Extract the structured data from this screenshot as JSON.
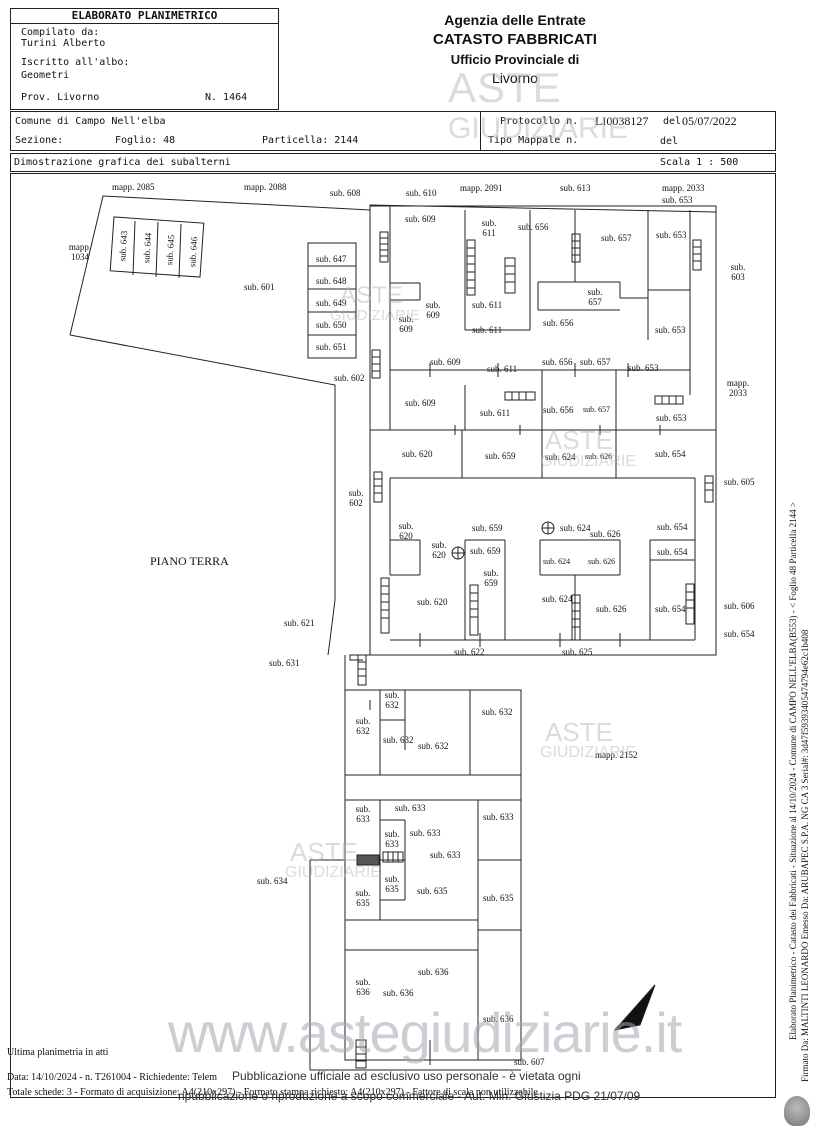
{
  "header": {
    "box_title": "ELABORATO PLANIMETRICO",
    "compilato_label": "Compilato da:",
    "compilato_name": "Turini Alberto",
    "iscritto_label": "Iscritto all'albo:",
    "iscritto_value": "Geometri",
    "prov": "Prov. Livorno",
    "numero": "N. 1464",
    "agency_line1": "Agenzia delle Entrate",
    "agency_line2": "CATASTO FABBRICATI",
    "agency_line3": "Ufficio Provinciale di",
    "agency_line4": "Livorno"
  },
  "info": {
    "comune": "Comune di Campo Nell'elba",
    "sezione": "Sezione:",
    "foglio": "Foglio: 48",
    "particella": "Particella: 2144",
    "protocollo": "Protocollo n.",
    "protocollo_num": "LI0038127",
    "del1": "del",
    "del1_date": "05/07/2022",
    "tipo_mappale": "Tipo Mappale n.",
    "del2": "del",
    "dimostrazione": "Dimostrazione grafica dei subalterni",
    "scala": "Scala 1 : 500"
  },
  "plan": {
    "floor_title": "PIANO TERRA",
    "labels": {
      "mapp2085": "mapp. 2085",
      "mapp2088": "mapp. 2088",
      "sub608": "sub. 608",
      "sub610": "sub. 610",
      "mapp2091": "mapp. 2091",
      "sub613": "sub. 613",
      "mapp2033a": "mapp. 2033",
      "mapp1034": "mapp. 1034",
      "sub601": "sub. 601",
      "sub653a": "sub. 653",
      "sub603": "sub. 603",
      "mapp2033b": "mapp. 2033",
      "sub609a": "sub. 609",
      "sub611a": "sub. 611",
      "sub656a": "sub. 656",
      "sub657a": "sub. 657",
      "sub653b": "sub. 653",
      "sub609b": "sub. 609",
      "sub609c": "sub. 609",
      "sub611b": "sub. 611",
      "sub611c": "sub. 611",
      "sub656b": "sub. 656",
      "sub657b": "sub. 657",
      "sub653c": "sub. 653",
      "sub602a": "sub. 602",
      "sub609d": "sub. 609",
      "sub611d": "sub. 611",
      "sub656c": "sub. 656",
      "sub657c": "sub. 657",
      "sub653d": "sub. 653",
      "sub609e": "sub. 609",
      "sub611e": "sub. 611",
      "sub656d": "sub. 656",
      "sub657d": "sub. 657",
      "sub653e": "sub. 653",
      "sub620a": "sub. 620",
      "sub659a": "sub. 659",
      "sub624a": "sub. 624",
      "sub626a": "sub. 626",
      "sub654a": "sub. 654",
      "sub605": "sub. 605",
      "sub602b": "sub. 602",
      "sub620b": "sub. 620",
      "sub620c": "sub. 620",
      "sub659b": "sub. 659",
      "sub659c": "sub. 659",
      "sub659d": "sub. 659",
      "sub624b": "sub. 624",
      "sub626b": "sub. 626",
      "sub624c": "sub. 624",
      "sub626c": "sub. 626",
      "sub654b": "sub. 654",
      "sub654c": "sub. 654",
      "sub620d": "sub. 620",
      "sub624d": "sub. 624",
      "sub626d": "sub. 626",
      "sub654d": "sub. 654",
      "sub606": "sub. 606",
      "sub654e": "sub. 654",
      "sub621": "sub. 621",
      "sub622": "sub. 622",
      "sub625": "sub. 625",
      "sub631": "sub. 631",
      "sub632a": "sub. 632",
      "sub632b": "sub. 632",
      "sub632c": "sub. 632",
      "sub632d": "sub. 632",
      "sub632e": "sub. 632",
      "mapp2152": "mapp. 2152",
      "sub633a": "sub. 633",
      "sub633b": "sub. 633",
      "sub633c": "sub. 633",
      "sub633d": "sub. 633",
      "sub633e": "sub. 633",
      "sub633f": "sub. 633",
      "sub634": "sub. 634",
      "sub635a": "sub. 635",
      "sub635b": "sub. 635",
      "sub635c": "sub. 635",
      "sub635d": "sub. 635",
      "sub636a": "sub. 636",
      "sub636b": "sub. 636",
      "sub636c": "sub. 636",
      "sub636d": "sub. 636",
      "sub607": "sub. 607",
      "sub647": "sub. 647",
      "sub648": "sub. 648",
      "sub649": "sub. 649",
      "sub650": "sub. 650",
      "sub651": "sub. 651",
      "sub643": "sub. 643",
      "sub644": "sub. 644",
      "sub645": "sub. 645",
      "sub646": "sub. 646"
    }
  },
  "footer": {
    "ultima": "Ultima planimetria in atti",
    "data_line": "Data: 14/10/2024 - n. T261004 - Richiedente: Telem",
    "totale_line": "Totale schede: 3 - Formato di acquisizione: A4(210x297) - Formato stampa richiesto: A4(210x297) - Fattore di scala non utilizzabile",
    "pub_line1": "Pubblicazione ufficiale ad esclusivo uso personale - è vietata ogni",
    "pub_line2": "ripubblicazione o riproduzione a scopo commerciale - Aut. Min. Giustizia PDG 21/07/09"
  },
  "side": {
    "line1": "Elaborato Planimetrico - Catasto dei Fabbricati - Situazione al 14/10/2024 - Comune di CAMPO NELL'ELBA(B553) - < Foglio 48 Particella 2144 >",
    "line2": "Firmato Da: MALTINTI LEONARDO Emesso Da: ARUBAPEC S.P.A. NG CA 3 Serial#: 3d47f59393405474794e62c1b408"
  },
  "watermarks": {
    "aste": "ASTE",
    "giudiziarie": "GIUDIZIARIE",
    "url": "www.astegiudiziarie.it"
  }
}
